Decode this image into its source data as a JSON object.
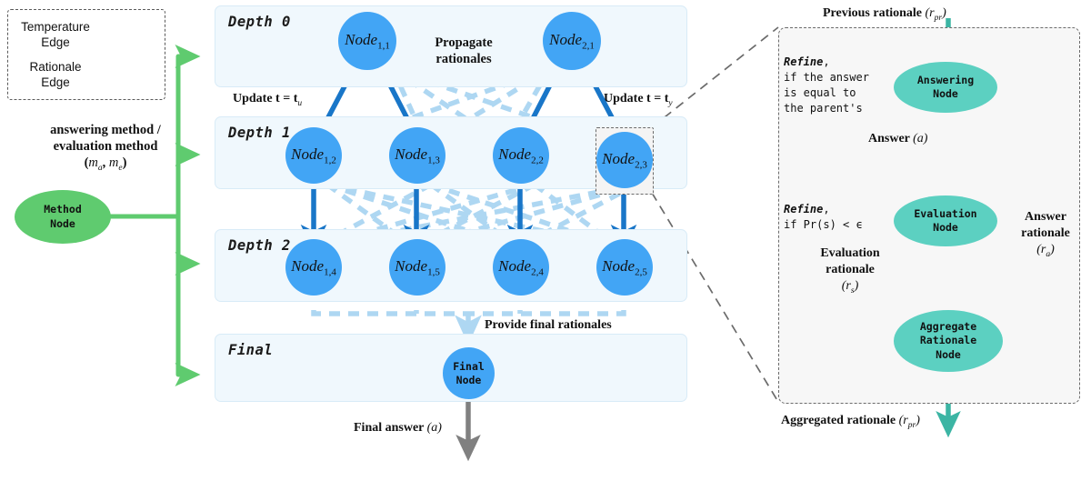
{
  "legend": {
    "name": "edge-legend",
    "items": [
      {
        "label_line1": "Temperature",
        "label_line2": "Edge",
        "style": "solid",
        "color": "#1976c8",
        "icon": "solid-arrow-icon"
      },
      {
        "label_line1": "Rationale",
        "label_line2": "Edge",
        "style": "dashed",
        "color": "#aed7f2",
        "icon": "dashed-arrow-icon"
      }
    ]
  },
  "method": {
    "caption_line1": "answering method /",
    "caption_line2": "evaluation method",
    "caption_line3": "(m_a, m_e)",
    "node_line1": "Method",
    "node_line2": "Node"
  },
  "tree": {
    "panels": [
      {
        "id": "depth0",
        "title": "Depth 0"
      },
      {
        "id": "depth1",
        "title": "Depth 1"
      },
      {
        "id": "depth2",
        "title": "Depth 2"
      },
      {
        "id": "final",
        "title": "Final"
      }
    ],
    "nodes_depth0": [
      {
        "base": "Node",
        "sub": "1,1"
      },
      {
        "base": "Node",
        "sub": "2,1"
      }
    ],
    "nodes_depth1": [
      {
        "base": "Node",
        "sub": "1,2"
      },
      {
        "base": "Node",
        "sub": "1,3"
      },
      {
        "base": "Node",
        "sub": "2,2"
      },
      {
        "base": "Node",
        "sub": "2,3"
      }
    ],
    "nodes_depth2": [
      {
        "base": "Node",
        "sub": "1,4"
      },
      {
        "base": "Node",
        "sub": "1,5"
      },
      {
        "base": "Node",
        "sub": "2,4"
      },
      {
        "base": "Node",
        "sub": "2,5"
      }
    ],
    "final_node": {
      "line1": "Final",
      "line2": "Node"
    },
    "labels": {
      "propagate_l1": "Propagate",
      "propagate_l2": "rationales",
      "update_left": "Update t = t",
      "update_left_sub": "u",
      "update_right": "Update t = t",
      "update_right_sub": "y",
      "provide_final": "Provide final rationales",
      "final_answer": "Final answer",
      "final_answer_sym": "(a)"
    }
  },
  "detail": {
    "input_label": "Previous rationale",
    "input_sym": "(r_pr)",
    "output_label": "Aggregated rationale",
    "output_sym": "(r_pr)",
    "nodes": [
      {
        "id": "answering",
        "line1": "Answering",
        "line2": "Node",
        "line3": ""
      },
      {
        "id": "evaluation",
        "line1": "Evaluation",
        "line2": "Node",
        "line3": ""
      },
      {
        "id": "aggregate",
        "line1": "Aggregate",
        "line2": "Rationale",
        "line3": "Node"
      }
    ],
    "refine_answer": {
      "kw": "Refine",
      "l1": ", ",
      "l2": "if the answer",
      "l3": "is equal to",
      "l4": "the parent's"
    },
    "refine_eval": {
      "kw": "Refine",
      "l1": ", ",
      "l2": "if Pr(s) < ϵ"
    },
    "edges": {
      "answer": "Answer",
      "answer_sym": "(a)",
      "answer_rationale_l1": "Answer",
      "answer_rationale_l2": "rationale",
      "answer_rationale_sym": "(r_a)",
      "eval_rationale_l1": "Evaluation",
      "eval_rationale_l2": "rationale",
      "eval_rationale_sym": "(r_s)"
    }
  },
  "colors": {
    "node_blue": "#42a5f5",
    "edge_blue": "#1976c8",
    "rationale_blue": "#aed7f2",
    "method_green": "#5fcb6f",
    "detail_teal": "#3cb5a4",
    "node_teal": "#5cd0c1",
    "panel_bg": "#f0f8fd",
    "panel_border": "#d8ebf7",
    "gray_arrow": "#808080",
    "dash_gray": "#6b6b6b"
  }
}
